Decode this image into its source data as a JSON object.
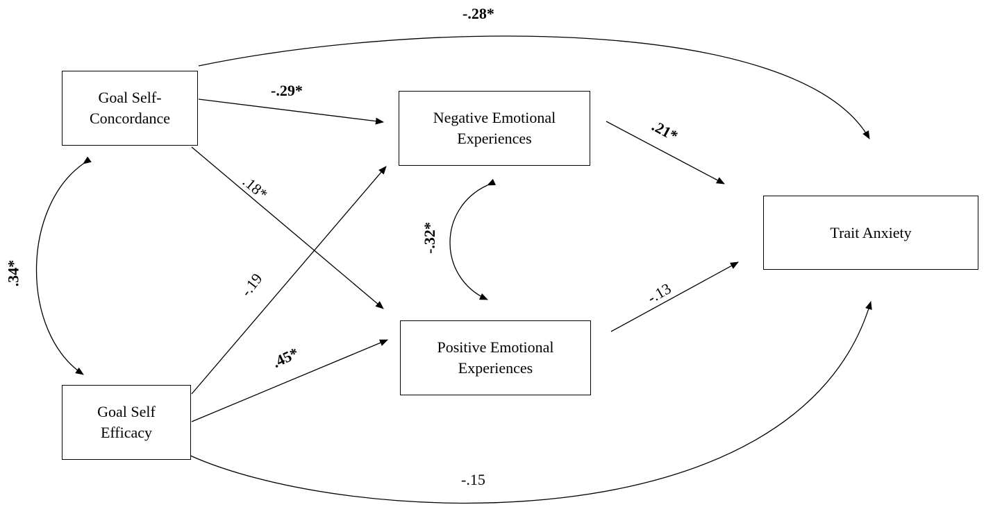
{
  "nodes": {
    "goal_self_concordance": {
      "line1": "Goal Self-",
      "line2": "Concordance"
    },
    "goal_self_efficacy": {
      "line1": "Goal Self",
      "line2": "Efficacy"
    },
    "negative_emotional_experiences": {
      "line1": "Negative Emotional",
      "line2": "Experiences"
    },
    "positive_emotional_experiences": {
      "line1": "Positive Emotional",
      "line2": "Experiences"
    },
    "trait_anxiety": {
      "line1": "Trait Anxiety"
    }
  },
  "paths": {
    "concordance_to_anxiety": "-.28*",
    "concordance_to_negative": "-.29*",
    "concordance_to_positive": ".18*",
    "efficacy_to_negative": "-.19",
    "efficacy_to_positive": ".45*",
    "efficacy_to_anxiety": "-.15",
    "negative_to_anxiety": ".21*",
    "positive_to_anxiety": "-.13",
    "concordance_with_efficacy": ".34*",
    "negative_with_positive": "-.32*"
  },
  "colors": {
    "line": "#000000",
    "background": "#ffffff"
  }
}
